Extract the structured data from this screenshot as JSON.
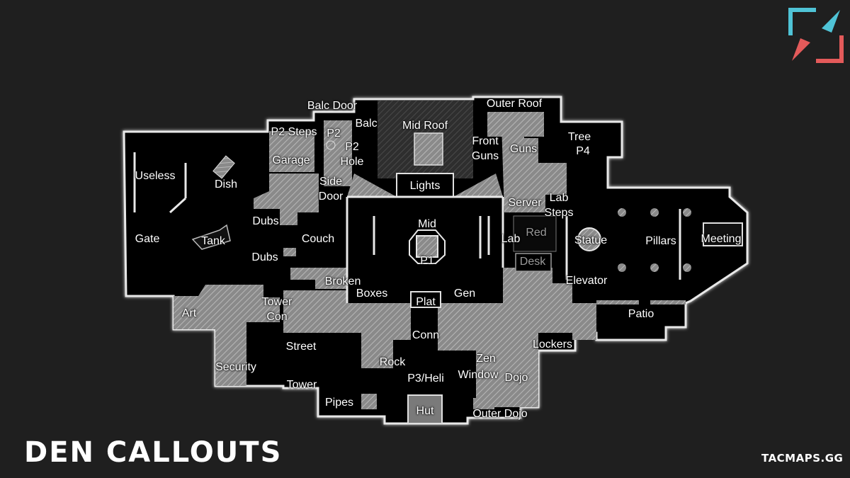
{
  "title": "DEN CALLOUTS",
  "brand": "TACMAPS.GG",
  "colors": {
    "background": "#1f1f1f",
    "floor": "#000000",
    "wall": "#ffffff",
    "hatched_area": "#8a8a8a",
    "logo_cyan": "#4fc3d6",
    "logo_red": "#e35a5a"
  },
  "callouts": {
    "balc_door": "Balc Door",
    "outer_roof": "Outer Roof",
    "p2_steps": "P2 Steps",
    "p2": "P2",
    "balc": "Balc",
    "mid_roof": "Mid Roof",
    "tree": "Tree",
    "front": "Front",
    "guns": "Guns",
    "p2_2": "P2",
    "p4": "P4",
    "guns_2": "Guns",
    "garage": "Garage",
    "hole": "Hole",
    "useless": "Useless",
    "dish": "Dish",
    "side": "Side",
    "lights": "Lights",
    "door": "Door",
    "lab": "Lab",
    "server": "Server",
    "steps": "Steps",
    "dubs": "Dubs",
    "mid": "Mid",
    "red": "Red",
    "gate": "Gate",
    "tank": "Tank",
    "couch": "Couch",
    "lab_2": "Lab",
    "statue": "Statue",
    "pillars": "Pillars",
    "meeting": "Meeting",
    "dubs_2": "Dubs",
    "p1": "P1",
    "desk": "Desk",
    "broken": "Broken",
    "elevator": "Elevator",
    "boxes": "Boxes",
    "gen": "Gen",
    "tower": "Tower",
    "plat": "Plat",
    "art": "Art",
    "patio": "Patio",
    "con": "Con",
    "conn": "Conn",
    "street": "Street",
    "lockers": "Lockers",
    "zen": "Zen",
    "rock": "Rock",
    "security": "Security",
    "p3_heli": "P3/Heli",
    "window": "Window",
    "dojo": "Dojo",
    "tower_2": "Tower",
    "pipes": "Pipes",
    "hut": "Hut",
    "outer_dojo": "Outer Dojo"
  }
}
